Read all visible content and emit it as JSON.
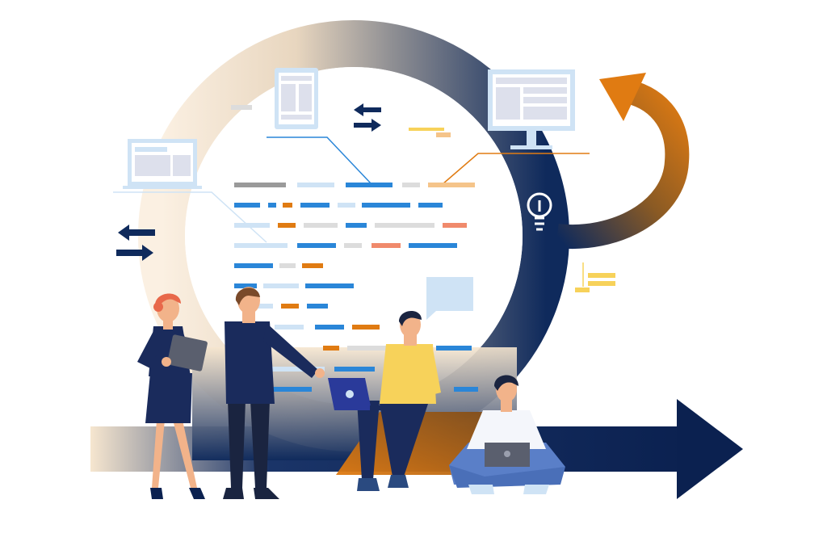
{
  "illustration": {
    "colors": {
      "navy": "#0f2a5c",
      "navy_dark": "#0b2150",
      "blue": "#2a86d8",
      "light_blue": "#cfe3f5",
      "orange": "#e07b12",
      "beige": "#f6e6cf",
      "salmon": "#f08a6c",
      "yellow_shirt": "#f7d25a",
      "gray": "#9a9a9a",
      "light_gray": "#dcdcdc"
    },
    "icons": [
      "monitor-icon",
      "tablet-icon",
      "laptop-icon",
      "lightbulb-icon",
      "swap-arrows-icon",
      "cycle-arrow-icon",
      "forward-arrow-icon",
      "speech-bubble-icon"
    ],
    "people": [
      "woman-with-tablet",
      "man-pointing",
      "man-with-laptop-sitting",
      "man-sitting-cross-legged"
    ]
  }
}
